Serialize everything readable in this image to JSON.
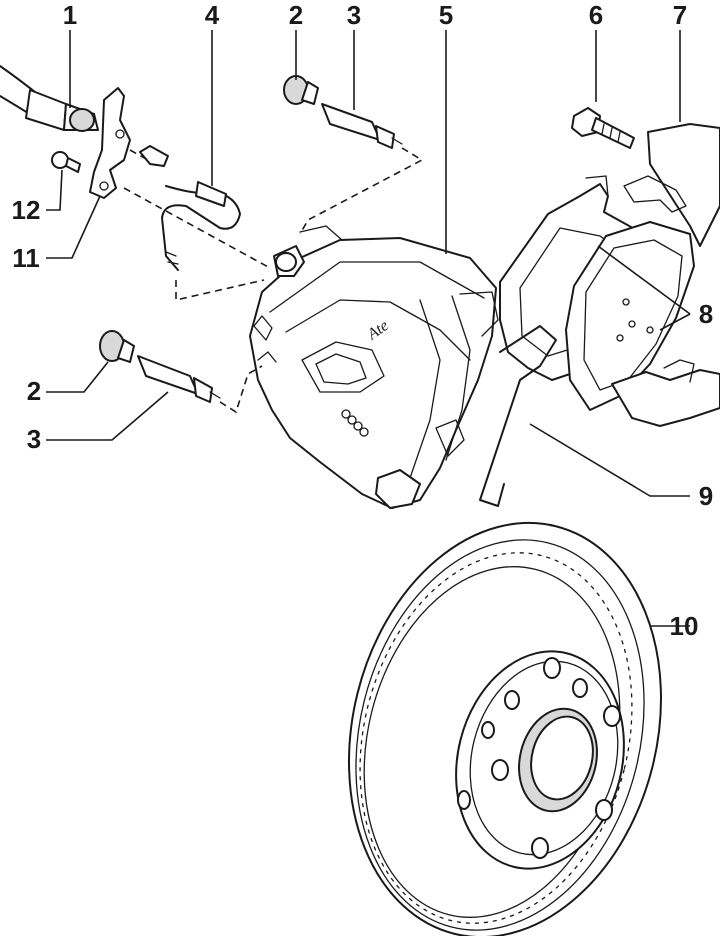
{
  "figure": {
    "callouts": [
      {
        "id": "c1",
        "label": "1"
      },
      {
        "id": "c2a",
        "label": "2"
      },
      {
        "id": "c2b",
        "label": "2"
      },
      {
        "id": "c3a",
        "label": "3"
      },
      {
        "id": "c3b",
        "label": "3"
      },
      {
        "id": "c4",
        "label": "4"
      },
      {
        "id": "c5",
        "label": "5"
      },
      {
        "id": "c6",
        "label": "6"
      },
      {
        "id": "c7",
        "label": "7"
      },
      {
        "id": "c8",
        "label": "8"
      },
      {
        "id": "c9",
        "label": "9"
      },
      {
        "id": "c10",
        "label": "10"
      },
      {
        "id": "c11",
        "label": "11"
      },
      {
        "id": "c12",
        "label": "12"
      }
    ],
    "caliper_lettering": "Ate"
  }
}
